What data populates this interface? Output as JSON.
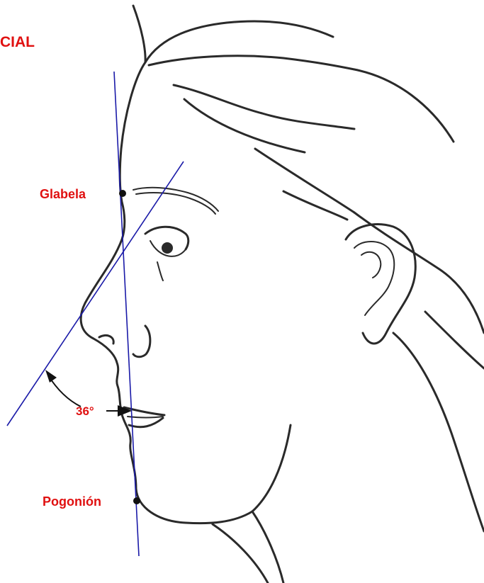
{
  "header": {
    "title_fragment": "CIAL"
  },
  "labels": {
    "glabela": "Glabela",
    "pogonion": "Pogonión",
    "angle": "36°"
  },
  "colors": {
    "label_red": "#e01010",
    "reference_line_blue": "#1a1aa8",
    "drawing_ink": "#2a2a2a"
  }
}
